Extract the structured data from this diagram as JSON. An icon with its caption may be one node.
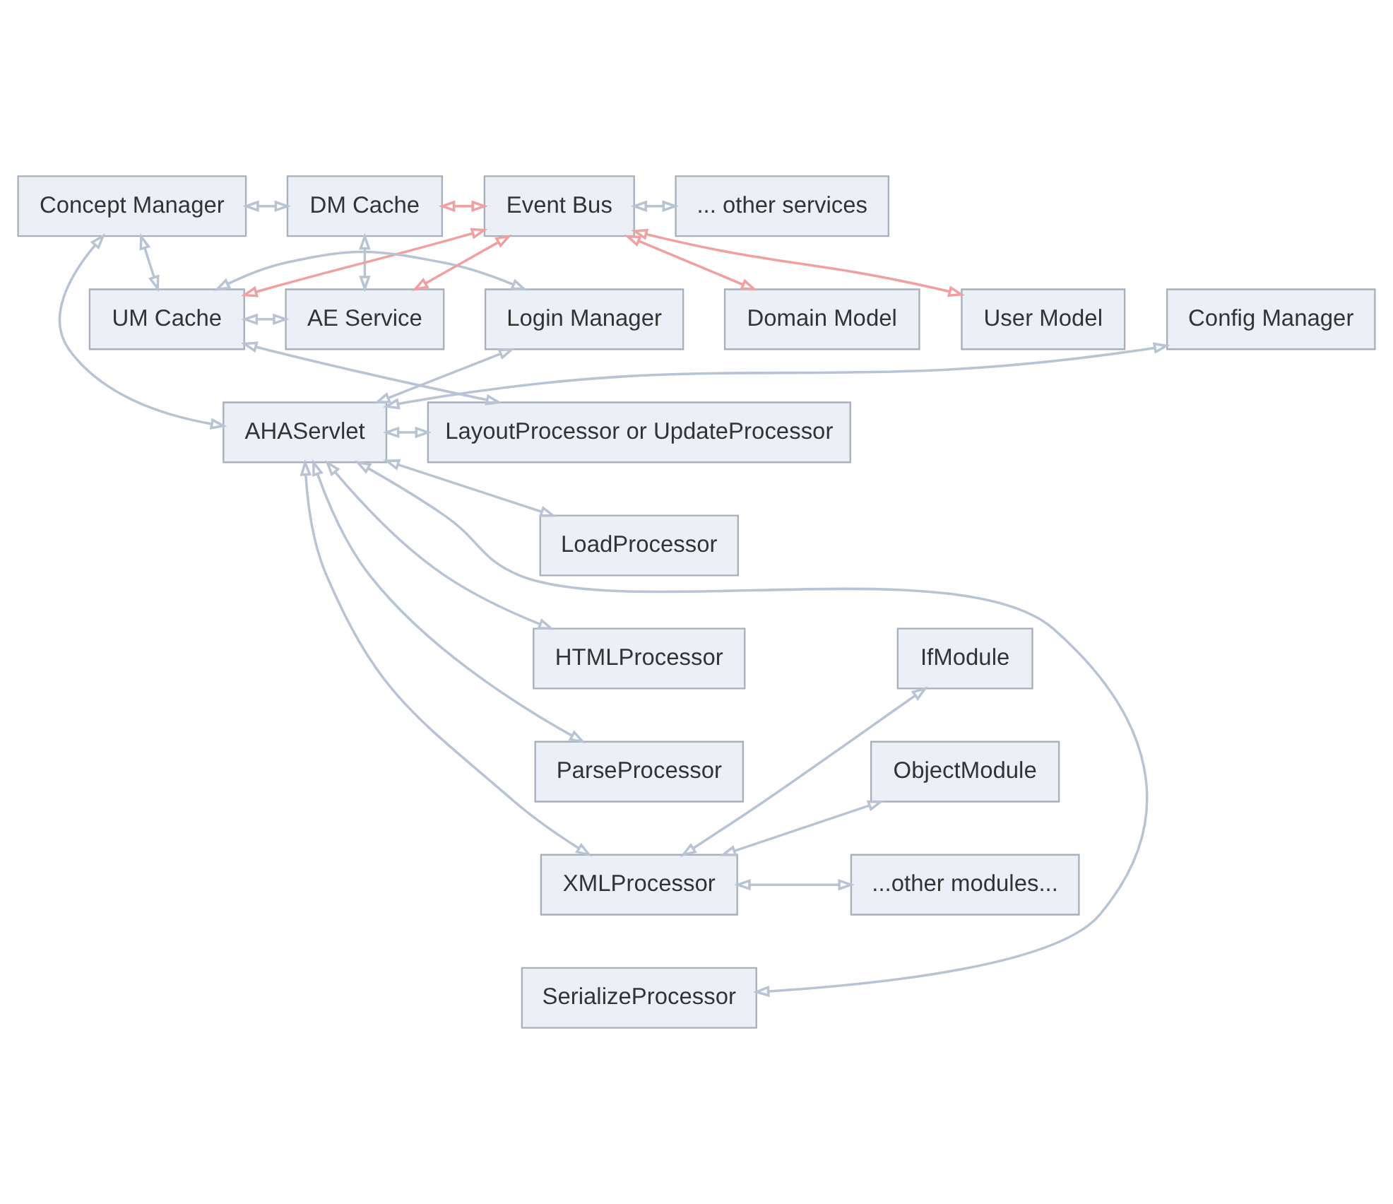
{
  "diagram": {
    "nodes": [
      {
        "text": [
          "User Model"
        ]
      },
      {
        "text": [
          "Domain Model"
        ]
      },
      {
        "text": [
          "Concept Manager"
        ]
      },
      {
        "text": [
          "DM Cache"
        ]
      },
      {
        "text": [
          "Event Bus"
        ]
      },
      {
        "text": [
          "... other services"
        ]
      },
      {
        "text": [
          "Config Manager"
        ]
      },
      {
        "text": [
          "Login Manager"
        ]
      },
      {
        "text": [
          "UM Cache"
        ]
      },
      {
        "text": [
          "AE Service"
        ]
      },
      {
        "text": [
          "AHAServlet"
        ]
      },
      {
        "text": [
          "LayoutProcessor or UpdateProcessor"
        ]
      },
      {
        "text": [
          "LoadProcessor"
        ]
      },
      {
        "text": [
          "HTMLProcessor"
        ]
      },
      {
        "text": [
          "ParseProcessor"
        ]
      },
      {
        "text": [
          "XMLProcessor"
        ]
      },
      {
        "text": [
          "SerializeProcessor"
        ]
      },
      {
        "text": [
          "IfModule"
        ]
      },
      {
        "text": [
          "ObjectModule"
        ]
      },
      {
        "text": [
          "...other modules..."
        ]
      }
    ],
    "edges": [
      {
        "from": 4,
        "to": 0,
        "arrow": "both",
        "color": "#f0a0a0"
      },
      {
        "from": 4,
        "to": 1,
        "arrow": "both",
        "color": "#f0a0a0"
      },
      {
        "from": 2,
        "to": 3,
        "arrow": "both"
      },
      {
        "from": 3,
        "to": 4,
        "arrow": "both",
        "color": "#f0a0a0"
      },
      {
        "from": 4,
        "to": 5,
        "arrow": "both"
      },
      {
        "from": 2,
        "to": 8,
        "arrow": "both"
      },
      {
        "from": 3,
        "to": 9,
        "arrow": "both"
      },
      {
        "from": 8,
        "to": 4,
        "arrow": "both",
        "color": "#f0a0a0"
      },
      {
        "from": 9,
        "to": 4,
        "arrow": "both",
        "color": "#f0a0a0"
      },
      {
        "from": 8,
        "to": 9,
        "arrow": "both"
      },
      {
        "from": 2,
        "to": 10,
        "arrow": "both"
      },
      {
        "from": 6,
        "to": 10,
        "arrow": "both"
      },
      {
        "from": 7,
        "to": 10,
        "arrow": "both"
      },
      {
        "from": 8,
        "to": 7,
        "arrow": "both"
      },
      {
        "from": 8,
        "to": 11,
        "arrow": "both"
      },
      {
        "from": 10,
        "to": 11,
        "arrow": "both"
      },
      {
        "from": 10,
        "to": 12,
        "arrow": "both"
      },
      {
        "from": 10,
        "to": 13,
        "arrow": "both"
      },
      {
        "from": 10,
        "to": 14,
        "arrow": "both"
      },
      {
        "from": 10,
        "to": 15,
        "arrow": "both"
      },
      {
        "from": 10,
        "to": 16,
        "arrow": "both"
      },
      {
        "from": 15,
        "to": 17,
        "arrow": "both"
      },
      {
        "from": 15,
        "to": 18,
        "arrow": "both"
      },
      {
        "from": 15,
        "to": 19,
        "arrow": "both"
      }
    ]
  }
}
